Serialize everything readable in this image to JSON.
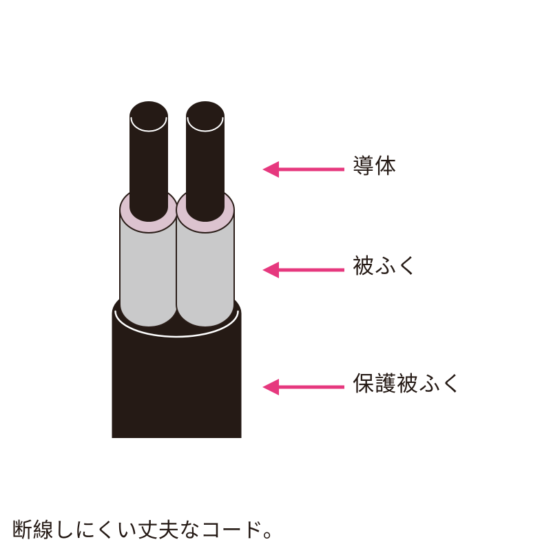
{
  "diagram": {
    "labels": {
      "conductor": "導体",
      "insulation": "被ふく",
      "protective_sheath": "保護被ふく"
    },
    "caption": "断線しにくい丈夫なコード。"
  },
  "colors": {
    "ink_black": "#251a15",
    "outline_dark": "#2a1d18",
    "insulation_gray": "#c9c9ca",
    "insulation_top_pink": "#dcc3cf",
    "arrow_pink": "#e6387e",
    "highlight_white": "#ffffff"
  }
}
